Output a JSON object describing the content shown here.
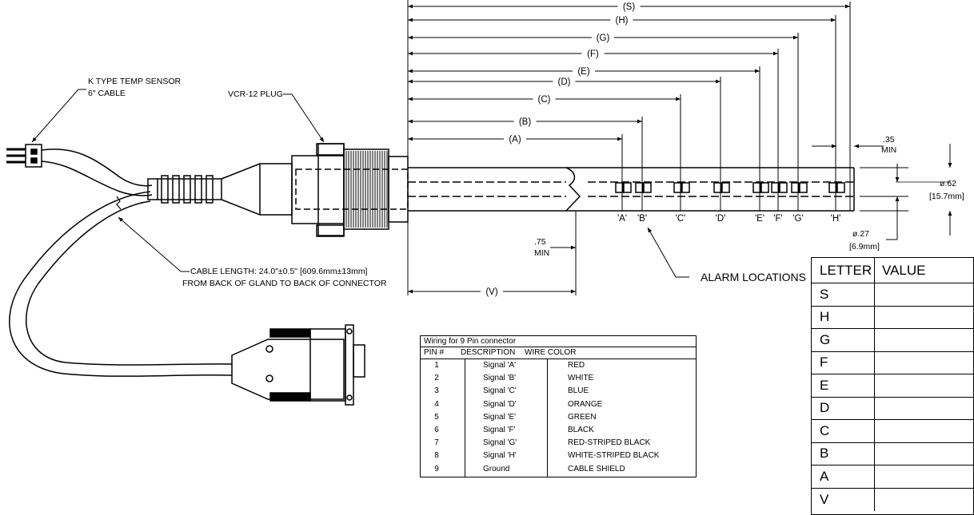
{
  "labels": {
    "sensor_line1": "K TYPE TEMP SENSOR",
    "sensor_line2": "6\" CABLE",
    "plug": "VCR-12 PLUG",
    "cable_line1": "CABLE LENGTH: 24.0\"±0.5\" [609.6mm±13mm]",
    "cable_line2": "FROM BACK OF GLAND TO BACK OF CONNECTOR",
    "alarm": "ALARM LOCATIONS",
    "min35_a": ".35",
    "min35_b": "MIN",
    "min75_a": ".75",
    "min75_b": "MIN",
    "dia62_a": "ø.62",
    "dia62_b": "[15.7mm]",
    "dia27_a": "ø.27",
    "dia27_b": "[6.9mm]"
  },
  "dimensions": [
    "(S)",
    "(H)",
    "(G)",
    "(F)",
    "(E)",
    "(D)",
    "(C)",
    "(B)",
    "(A)",
    "(V)"
  ],
  "alarm_points": [
    "'A'",
    "'B'",
    "'C'",
    "'D'",
    "'E'",
    "'F'",
    "'G'",
    "'H'"
  ],
  "wiring": {
    "title": "Wiring for 9 Pin connector",
    "headers": [
      "PIN #",
      "DESCRIPTION",
      "WIRE COLOR"
    ],
    "rows": [
      [
        "1",
        "Signal 'A'",
        "RED"
      ],
      [
        "2",
        "Signal 'B'",
        "WHITE"
      ],
      [
        "3",
        "Signal 'C'",
        "BLUE"
      ],
      [
        "4",
        "Signal 'D'",
        "ORANGE"
      ],
      [
        "5",
        "Signal 'E'",
        "GREEN"
      ],
      [
        "6",
        "Signal 'F'",
        "BLACK"
      ],
      [
        "7",
        "Signal 'G'",
        "RED-STRIPED BLACK"
      ],
      [
        "8",
        "Signal 'H'",
        "WHITE-STRIPED BLACK"
      ],
      [
        "9",
        "Ground",
        "CABLE SHIELD"
      ]
    ]
  },
  "letter_table": {
    "headers": [
      "LETTER",
      "VALUE"
    ],
    "rows": [
      [
        "S",
        ""
      ],
      [
        "H",
        ""
      ],
      [
        "G",
        ""
      ],
      [
        "F",
        ""
      ],
      [
        "E",
        ""
      ],
      [
        "D",
        ""
      ],
      [
        "C",
        ""
      ],
      [
        "B",
        ""
      ],
      [
        "A",
        ""
      ],
      [
        "V",
        ""
      ]
    ]
  }
}
